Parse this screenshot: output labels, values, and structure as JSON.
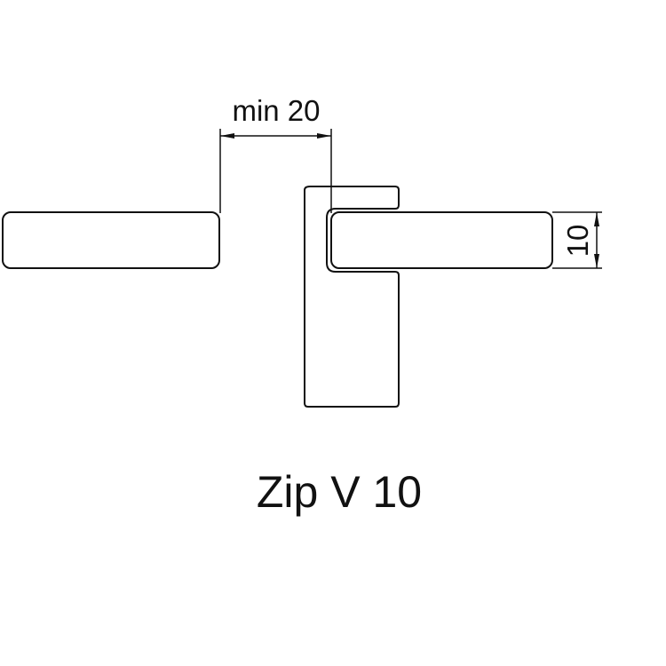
{
  "drawing": {
    "gap_dimension_label": "min 20",
    "thickness_dimension_label": "10",
    "product_title": "Zip V 10"
  }
}
